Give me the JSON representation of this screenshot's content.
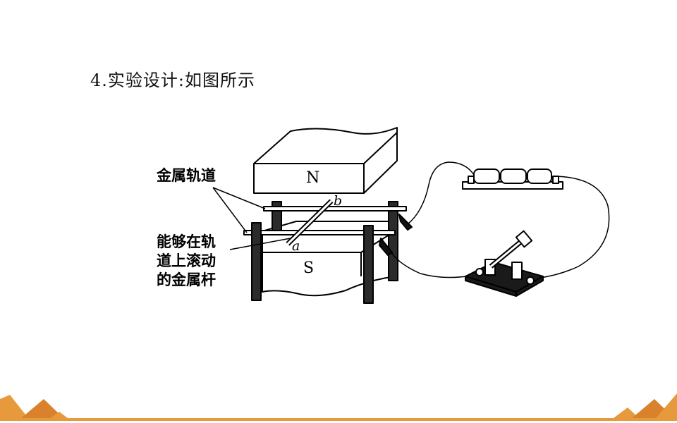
{
  "slide": {
    "title": "4.实验设计:如图所示"
  },
  "figure": {
    "labels": {
      "rail": "金属轨道",
      "rod_line1": "能够在轨",
      "rod_line2": "道上滚动",
      "rod_line3": "的金属杆"
    },
    "poles": {
      "north": "N",
      "south": "S"
    },
    "points": {
      "a": "a",
      "b": "b"
    }
  },
  "colors": {
    "accent": "#e79a3b",
    "accent_dark": "#d9822b",
    "ink": "#000000"
  }
}
